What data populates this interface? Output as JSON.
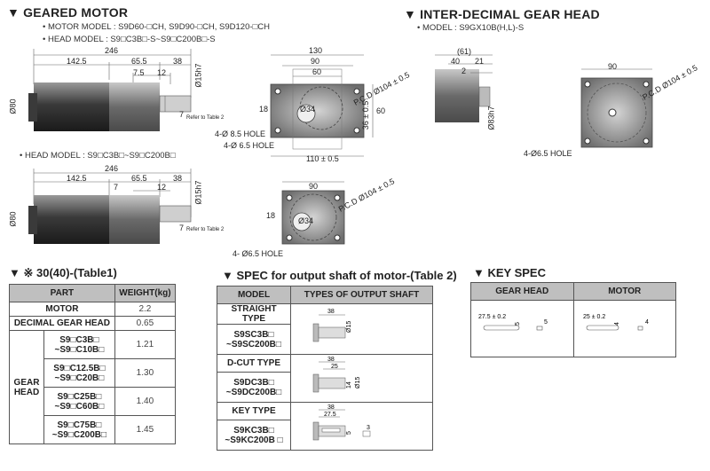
{
  "geared_motor": {
    "title": "▼ GEARED MOTOR",
    "motor_model": "• MOTOR MODEL : S9D60-□CH, S9D90-□CH, S9D120-□CH",
    "head_model": "• HEAD MODEL : S9□C3B□-S~S9□C200B□-S",
    "head_model2": "• HEAD MODEL : S9□C3B□~S9□C200B□",
    "dims_top": [
      "246",
      "142.5",
      "65.5",
      "38",
      "7.5",
      "12",
      "7"
    ],
    "dims_bottom": [
      "246",
      "142.5",
      "65.5",
      "38",
      "7",
      "12",
      "7"
    ],
    "dia_shaft": "Ø15h7",
    "dia_body": "Ø80",
    "refer": "Refer to Table 2"
  },
  "flange": {
    "w1": "130",
    "w2": "90",
    "w3": "60",
    "pcd": "P.C.D Ø104 ± 0.5",
    "d34": "Ø34",
    "h18": "18",
    "h36": "36 ± 0.5",
    "h60": "60",
    "w110": "110 ± 0.5",
    "hole85": "4-Ø 8.5 HOLE",
    "hole65": "4-Ø 6.5 HOLE",
    "w90b": "90",
    "pcd2": "P.C.D Ø104 ± 0.5",
    "d34b": "Ø34",
    "h18b": "18",
    "hole65b": "4- Ø6.5 HOLE"
  },
  "gear_head": {
    "title": "▼ INTER-DECIMAL GEAR HEAD",
    "model": "• MODEL : S9GX10B(H,L)-S",
    "d61": "(61)",
    "d40": "40",
    "d21": "21",
    "d2": "2",
    "d83": "Ø83h7",
    "d90": "90",
    "pcd": "P.C.D Ø104 ± 0.5",
    "hole": "4-Ø6.5 HOLE"
  },
  "table1": {
    "title": "▼ ※ 30(40)-(Table1)",
    "col_part": "PART",
    "col_weight": "WEIGHT(kg)",
    "motor": "MOTOR",
    "motor_w": "2.2",
    "dec": "DECIMAL GEAR HEAD",
    "dec_w": "0.65",
    "gear_head": "GEAR HEAD",
    "rows": [
      {
        "a": "S9□C3B□",
        "b": "~S9□C10B□",
        "w": "1.21"
      },
      {
        "a": "S9□C12.5B□",
        "b": "~S9□C20B□",
        "w": "1.30"
      },
      {
        "a": "S9□C25B□",
        "b": "~S9□C60B□",
        "w": "1.40"
      },
      {
        "a": "S9□C75B□",
        "b": "~S9□C200B□",
        "w": "1.45"
      }
    ]
  },
  "table2": {
    "title": "▼ SPEC for output shaft of motor-(Table 2)",
    "col_model": "MODEL",
    "col_types": "TYPES OF OUTPUT SHAFT",
    "straight": "STRAIGHT TYPE",
    "straight_a": "S9SC3B□",
    "straight_b": "~S9SC200B□",
    "dcut": "D-CUT TYPE",
    "dcut_a": "S9DC3B□",
    "dcut_b": "~S9DC200B□",
    "key": "KEY TYPE",
    "key_a": "S9KC3B□",
    "key_b": "~S9KC200B □",
    "s38": "38",
    "s15": "Ø15",
    "dc38": "38",
    "dc25": "25",
    "dc14": "14",
    "dc15": "Ø15",
    "k38": "38",
    "k275": "27.5",
    "k5": "5",
    "k3": "3"
  },
  "key_spec": {
    "title": "▼ KEY SPEC",
    "col_gear": "GEAR HEAD",
    "col_motor": "MOTOR",
    "g1": "27.5 ± 0.2",
    "g2": "5",
    "g3": "5",
    "m1": "25 ± 0.2",
    "m2": "4",
    "m3": "4"
  }
}
